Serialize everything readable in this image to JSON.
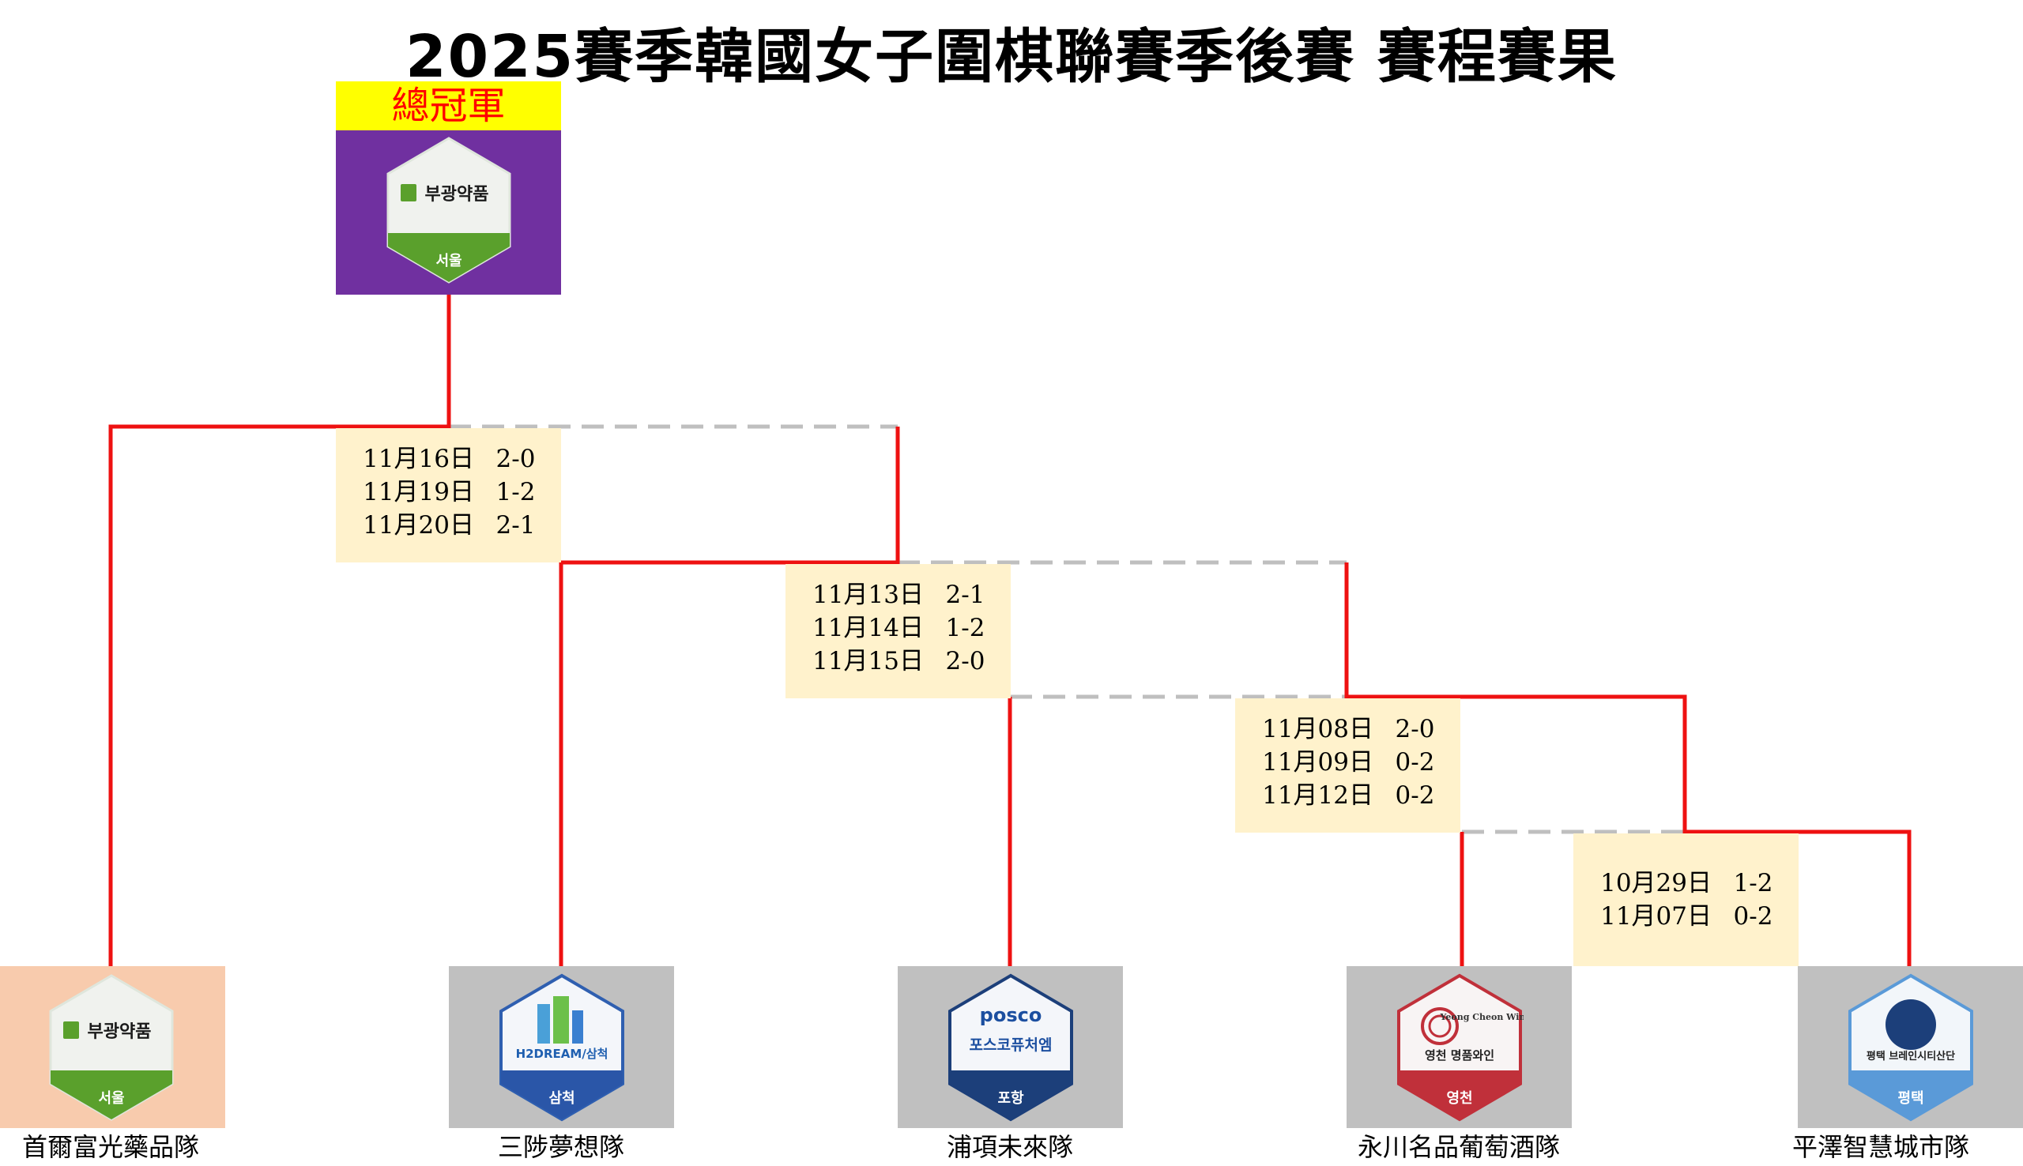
{
  "title": "2025賽季韓國女子圍棋聯賽季後賽  賽程賽果",
  "champion": {
    "label": "總冠軍",
    "team": {
      "logo_text": "부광약품",
      "city": "서울"
    }
  },
  "teams": [
    {
      "key": "seoul",
      "name": "首爾富光藥品隊",
      "logo_text": "부광약품",
      "city": "서울",
      "bg": "#f8cbad"
    },
    {
      "key": "samcheok",
      "name": "三陟夢想隊",
      "logo_text": "H2DREAM/삼척",
      "city": "삼척",
      "bg": "#c0c0c0"
    },
    {
      "key": "pohang",
      "name": "浦項未來隊",
      "logo_text_top": "posco",
      "logo_text": "포스코퓨처엠",
      "city": "포항",
      "bg": "#c0c0c0"
    },
    {
      "key": "yeongcheon",
      "name": "永川名品葡萄酒隊",
      "logo_text_top": "Yeong Cheon Wine",
      "logo_text": "영천 명품와인",
      "city": "영천",
      "bg": "#c0c0c0"
    },
    {
      "key": "pyeongtaek",
      "name": "平澤智慧城市隊",
      "logo_text": "평택 브레인시티산단",
      "city": "평택",
      "bg": "#c0c0c0"
    }
  ],
  "rounds": [
    {
      "key": "final",
      "games": [
        {
          "date": "11月16日",
          "score": "2-0"
        },
        {
          "date": "11月19日",
          "score": "1-2"
        },
        {
          "date": "11月20日",
          "score": "2-1"
        }
      ]
    },
    {
      "key": "semi",
      "games": [
        {
          "date": "11月13日",
          "score": "2-1"
        },
        {
          "date": "11月14日",
          "score": "1-2"
        },
        {
          "date": "11月15日",
          "score": "2-0"
        }
      ]
    },
    {
      "key": "quarter",
      "games": [
        {
          "date": "11月08日",
          "score": "2-0"
        },
        {
          "date": "11月09日",
          "score": "0-2"
        },
        {
          "date": "11月12日",
          "score": "0-2"
        }
      ]
    },
    {
      "key": "wildcard",
      "games": [
        {
          "date": "10月29日",
          "score": "1-2"
        },
        {
          "date": "11月07日",
          "score": "0-2"
        }
      ]
    }
  ],
  "colors": {
    "winner_line": "#ee1111",
    "loser_line": "#bfbfbf",
    "score_bg": "#fff2cc",
    "champion_bg": "#7030a0",
    "champion_label_bg": "#ffff00",
    "champion_label_text": "#ff0000"
  }
}
